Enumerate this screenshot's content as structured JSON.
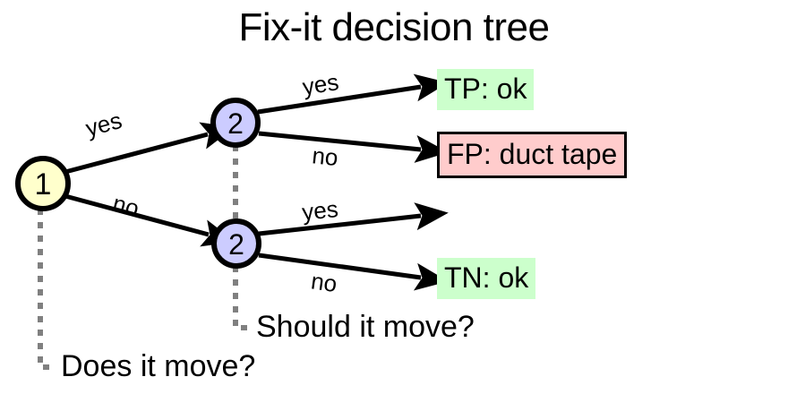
{
  "diagram": {
    "title": "Fix-it decision tree",
    "type": "decision-tree",
    "colors": {
      "root_node_fill": "#ffffcc",
      "decision_node_fill": "#ccccff",
      "node_stroke": "#000000",
      "edge_stroke": "#000000",
      "leader_line": "#808080",
      "ok_outcome_bg": "#ccffcc",
      "error_outcome_bg": "#ffcccc",
      "background": "#ffffff"
    },
    "nodes": [
      {
        "id": "n1",
        "label": "1",
        "question": "Does it move?",
        "fill": "#ffffcc"
      },
      {
        "id": "n2a",
        "label": "2",
        "question": "Should it move?",
        "fill": "#ccccff"
      },
      {
        "id": "n2b",
        "label": "2",
        "question": "Should it move?",
        "fill": "#ccccff"
      }
    ],
    "edges": [
      {
        "from": "n1",
        "to": "n2a",
        "label": "yes"
      },
      {
        "from": "n1",
        "to": "n2b",
        "label": "no"
      },
      {
        "from": "n2a",
        "to": "tp",
        "label": "yes"
      },
      {
        "from": "n2a",
        "to": "fp",
        "label": "no"
      },
      {
        "from": "n2b",
        "to": "blank",
        "label": "yes"
      },
      {
        "from": "n2b",
        "to": "tn",
        "label": "no"
      }
    ],
    "outcomes": [
      {
        "id": "tp",
        "text": "TP: ok",
        "style": "green",
        "bordered": false
      },
      {
        "id": "fp",
        "text": "FP: duct tape",
        "style": "pink",
        "bordered": true
      },
      {
        "id": "blank",
        "text": "",
        "style": "none",
        "bordered": false
      },
      {
        "id": "tn",
        "text": "TN: ok",
        "style": "green",
        "bordered": false
      }
    ],
    "annotations": [
      {
        "id": "a1",
        "text": "Does it move?",
        "anchor": "n1"
      },
      {
        "id": "a2",
        "text": "Should it move?",
        "anchor": "n2b"
      }
    ]
  }
}
